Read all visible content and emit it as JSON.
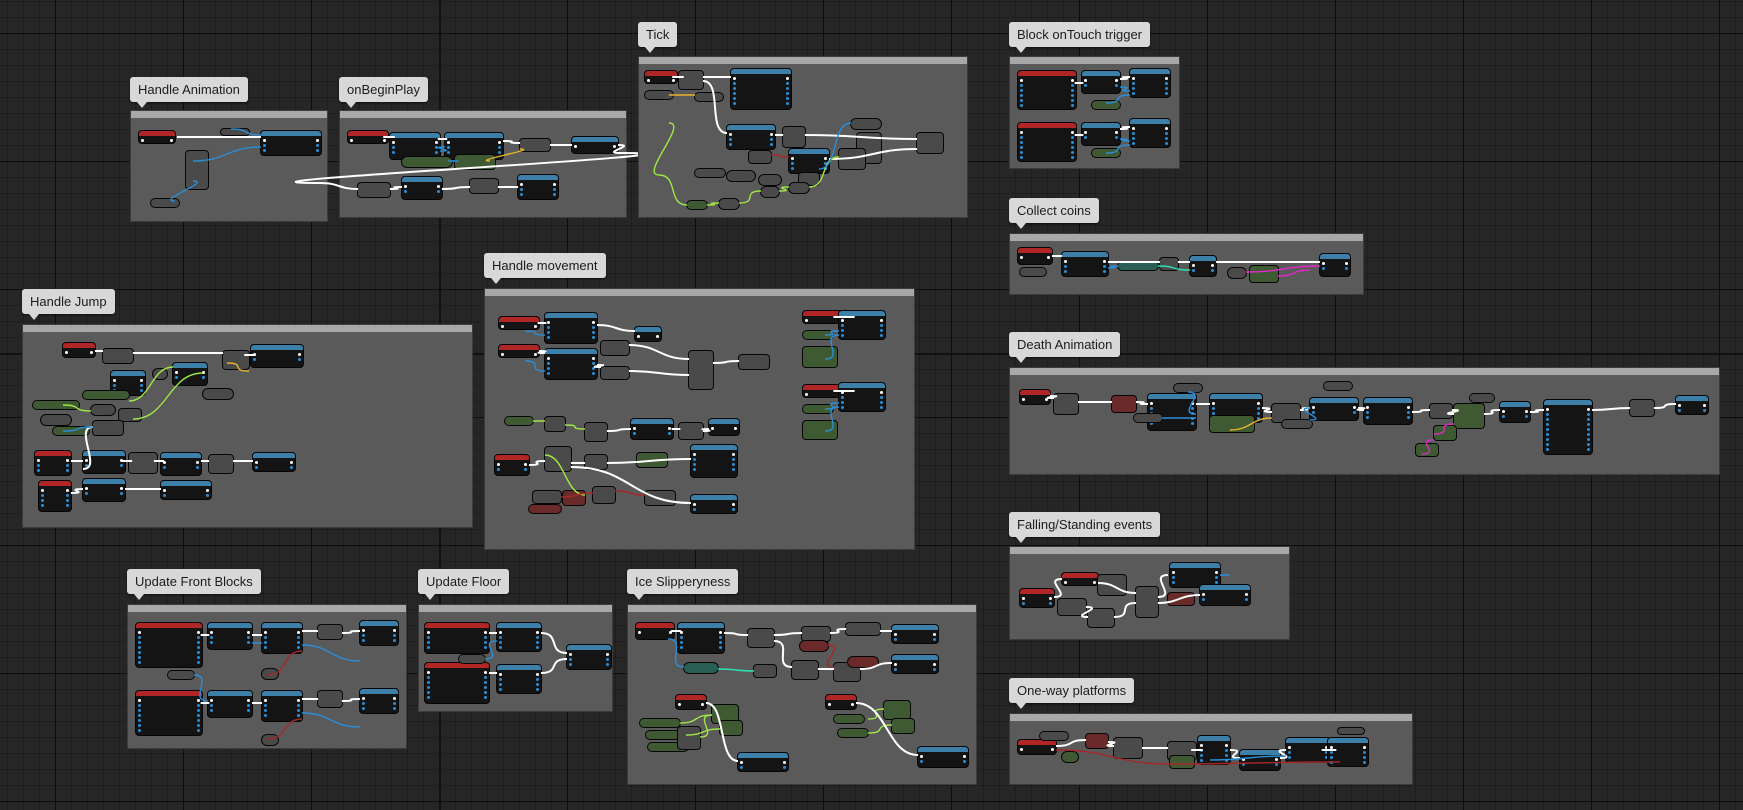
{
  "canvas": {
    "background": "#262626"
  },
  "node_colors": {
    "event": "#b02626",
    "function": "#3c7fa8",
    "pure": "#5f8f3c",
    "macro": "#7a7a7a",
    "variable": "#3a5a7a"
  },
  "wire_colors": {
    "exec": "#ffffff",
    "bool": "#a5282a",
    "float": "#9ee646",
    "object": "#2a8ed8",
    "vector": "#e6b428",
    "string": "#e02ac8",
    "int": "#2ae0b4"
  },
  "comments": [
    {
      "id": "handle-animation",
      "label": "Handle Animation"
    },
    {
      "id": "on-begin-play",
      "label": "onBeginPlay"
    },
    {
      "id": "tick",
      "label": "Tick"
    },
    {
      "id": "block-on-touch-trigger",
      "label": "Block onTouch trigger"
    },
    {
      "id": "collect-coins",
      "label": "Collect coins"
    },
    {
      "id": "handle-jump",
      "label": "Handle Jump"
    },
    {
      "id": "handle-movement",
      "label": "Handle movement"
    },
    {
      "id": "death-animation",
      "label": "Death Animation"
    },
    {
      "id": "falling-standing-events",
      "label": "Falling/Standing events"
    },
    {
      "id": "update-front-blocks",
      "label": "Update Front Blocks"
    },
    {
      "id": "update-floor",
      "label": "Update Floor"
    },
    {
      "id": "ice-slipperyness",
      "label": "Ice Slipperyness"
    },
    {
      "id": "one-way-platforms",
      "label": "One-way platforms"
    }
  ]
}
